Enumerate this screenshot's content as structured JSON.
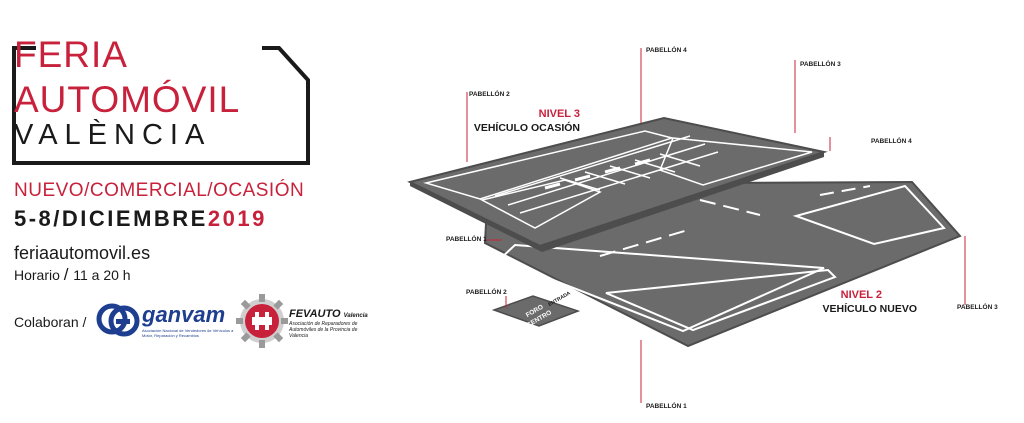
{
  "brand": {
    "line1": "FERIA",
    "line2": "AUTOMÓVIL",
    "line3": "VALÈNCIA",
    "subtitle": "NUEVO/COMERCIAL/OCASIÓN",
    "dates": "5-8/DICIEMBRE",
    "year": "2019",
    "website": "feriaautomovil.es",
    "hours_label": "Horario",
    "hours_value": "11 a 20 h",
    "colors": {
      "accent": "#c8213b",
      "text": "#1a1a1a",
      "ganvam_blue": "#1e3f8f"
    }
  },
  "collaborators": {
    "label": "Colaboran /",
    "ganvam": {
      "name": "ganvam",
      "description": "Asociación Nacional de Vendedores de Vehículos a Motor, Reparación y Recambios",
      "icon": "ganvam-logo-icon"
    },
    "fevauto": {
      "name": "FEVAUTO",
      "city": "Valencia",
      "description": "Asociación de Reparadores de Automóviles de la Provincia de Valencia",
      "icon": "fevauto-gear-logo-icon"
    }
  },
  "map": {
    "pavilion_labels": {
      "p4_top": "PABELLÓN 4",
      "p3_top": "PABELLÓN 3",
      "p2_top": "PABELLÓN 2",
      "p4_right": "PABELLÓN 4",
      "p1_left": "PABELLÓN 1",
      "p2_bottom": "PABELLÓN 2",
      "p3_right": "PABELLÓN 3",
      "p1_bottom": "PABELLÓN 1"
    },
    "level3": {
      "number": "NIVEL 3",
      "name": "VEHÍCULO OCASIÓN"
    },
    "level2": {
      "number": "NIVEL 2",
      "name": "VEHÍCULO NUEVO"
    },
    "foro": {
      "line1": "FORO",
      "line2": "CENTRO",
      "entrance": "ENTRADA"
    },
    "colors": {
      "floor": "#6b6b6b",
      "floor_edge": "#4d4d4d",
      "lines": "#ffffff",
      "leader": "#c8213b"
    }
  }
}
